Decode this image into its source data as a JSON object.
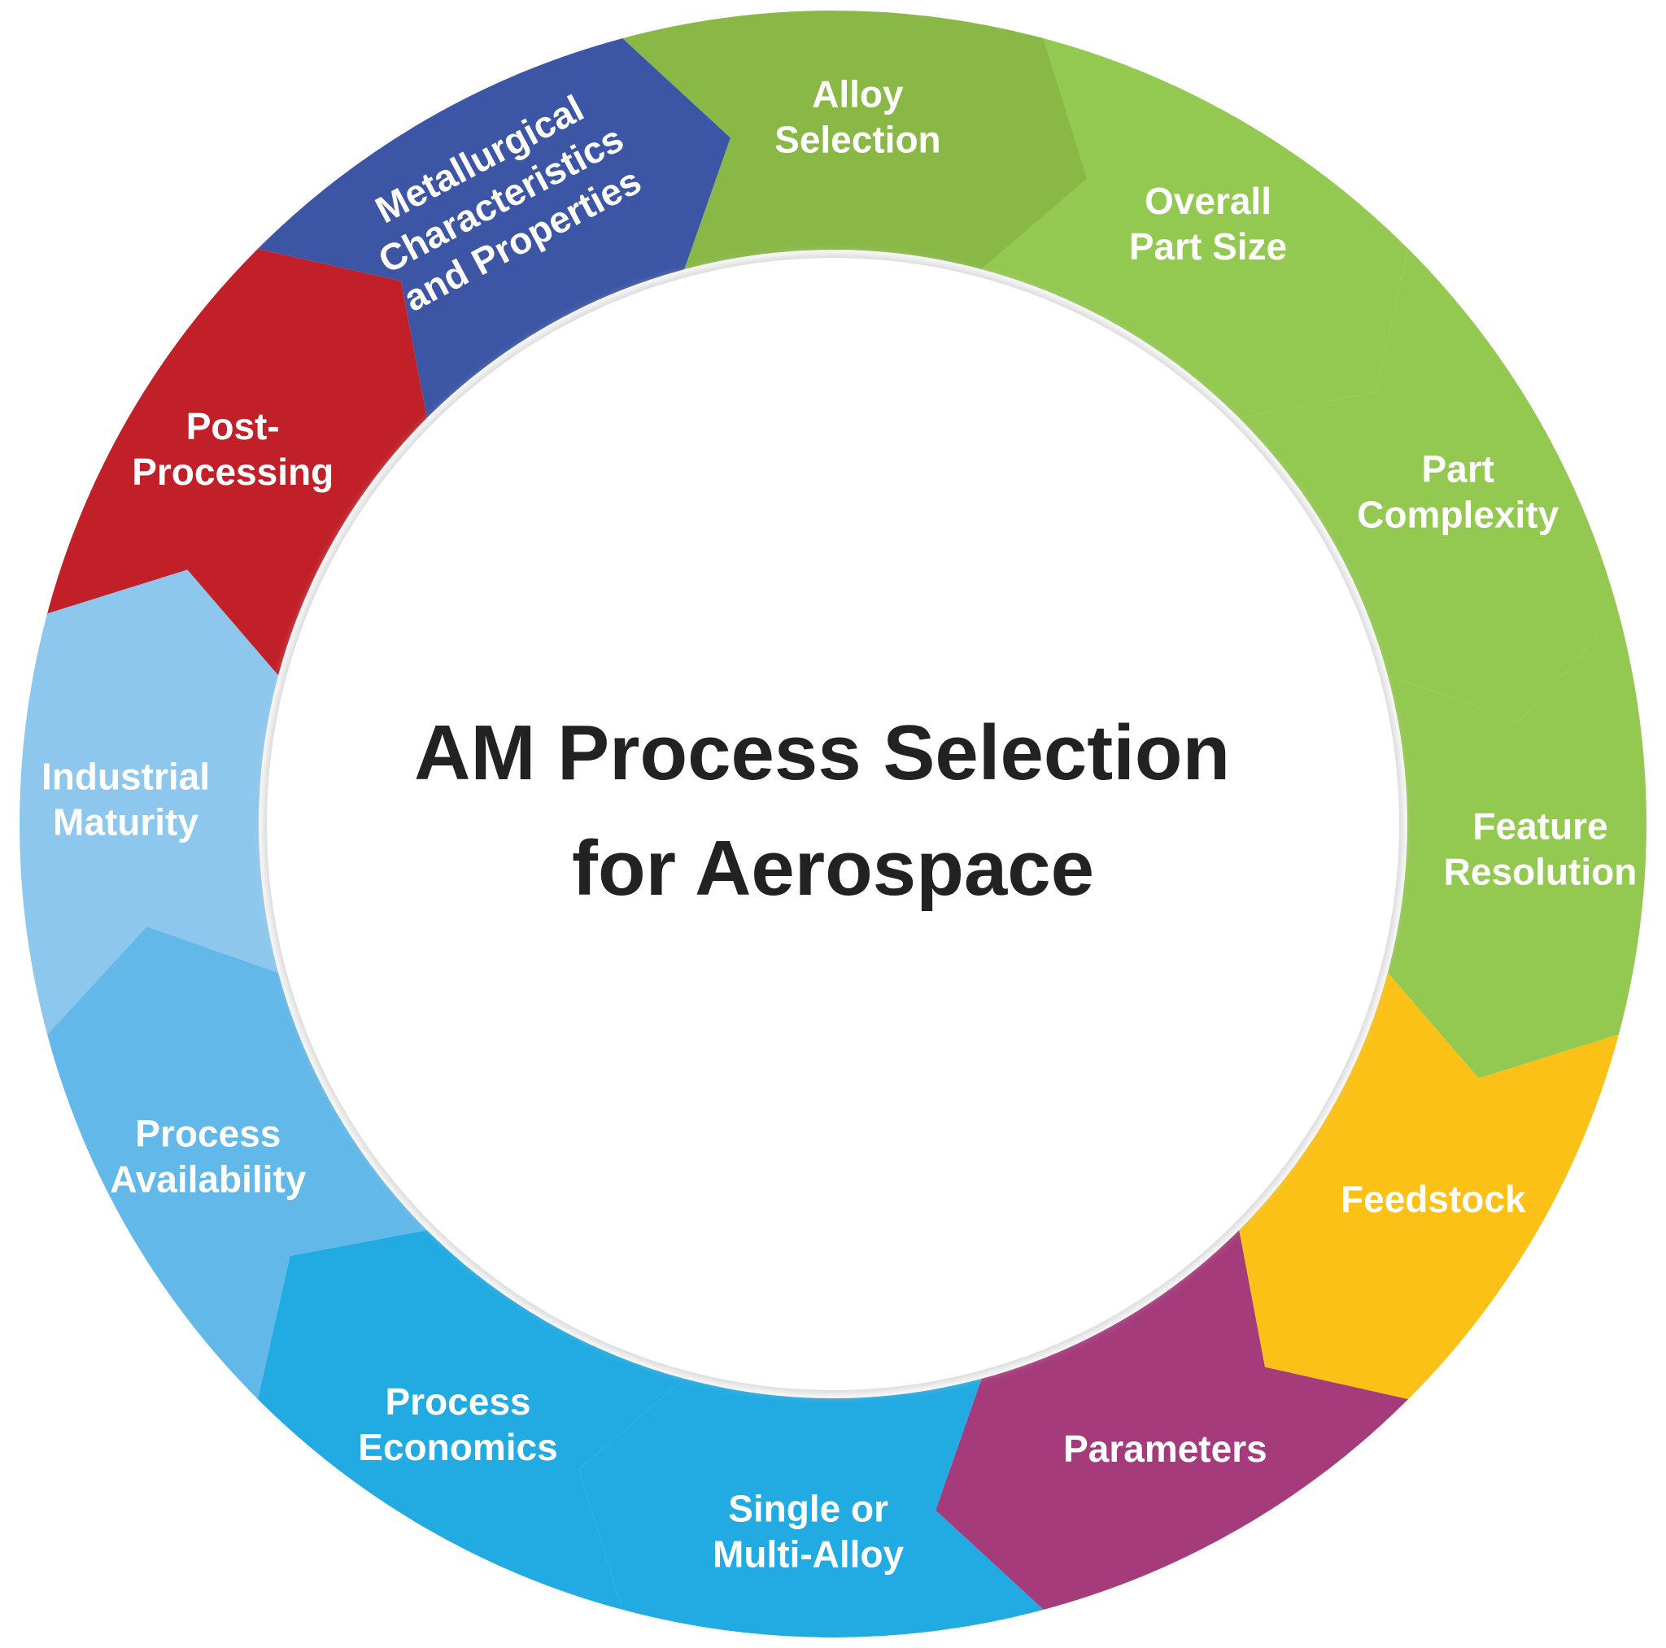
{
  "title_lines": [
    "AM Process Selection",
    "for Aerospace"
  ],
  "segments": [
    {
      "lines": [
        "Alloy",
        "Selection"
      ],
      "color": "#89B847"
    },
    {
      "lines": [
        "Overall",
        "Part Size"
      ],
      "color": "#93C851"
    },
    {
      "lines": [
        "Part",
        "Complexity"
      ],
      "color": "#93C851"
    },
    {
      "lines": [
        "Feature",
        "Resolution"
      ],
      "color": "#93C851"
    },
    {
      "lines": [
        "Feedstock"
      ],
      "color": "#FBC116"
    },
    {
      "lines": [
        "Parameters"
      ],
      "color": "#A63B7C"
    },
    {
      "lines": [
        "Single or",
        "Multi-Alloy"
      ],
      "color": "#22AAE2"
    },
    {
      "lines": [
        "Process",
        "Economics"
      ],
      "color": "#22AAE2"
    },
    {
      "lines": [
        "Process",
        "Availability"
      ],
      "color": "#62B8E8"
    },
    {
      "lines": [
        "Industrial",
        "Maturity"
      ],
      "color": "#8EC7EE"
    },
    {
      "lines": [
        "Post-",
        "Processing"
      ],
      "color": "#C22028"
    },
    {
      "lines": [
        "Metallurgical",
        "Characteristics",
        "and Properties"
      ],
      "color": "#3C55A5",
      "rotated": true
    }
  ]
}
